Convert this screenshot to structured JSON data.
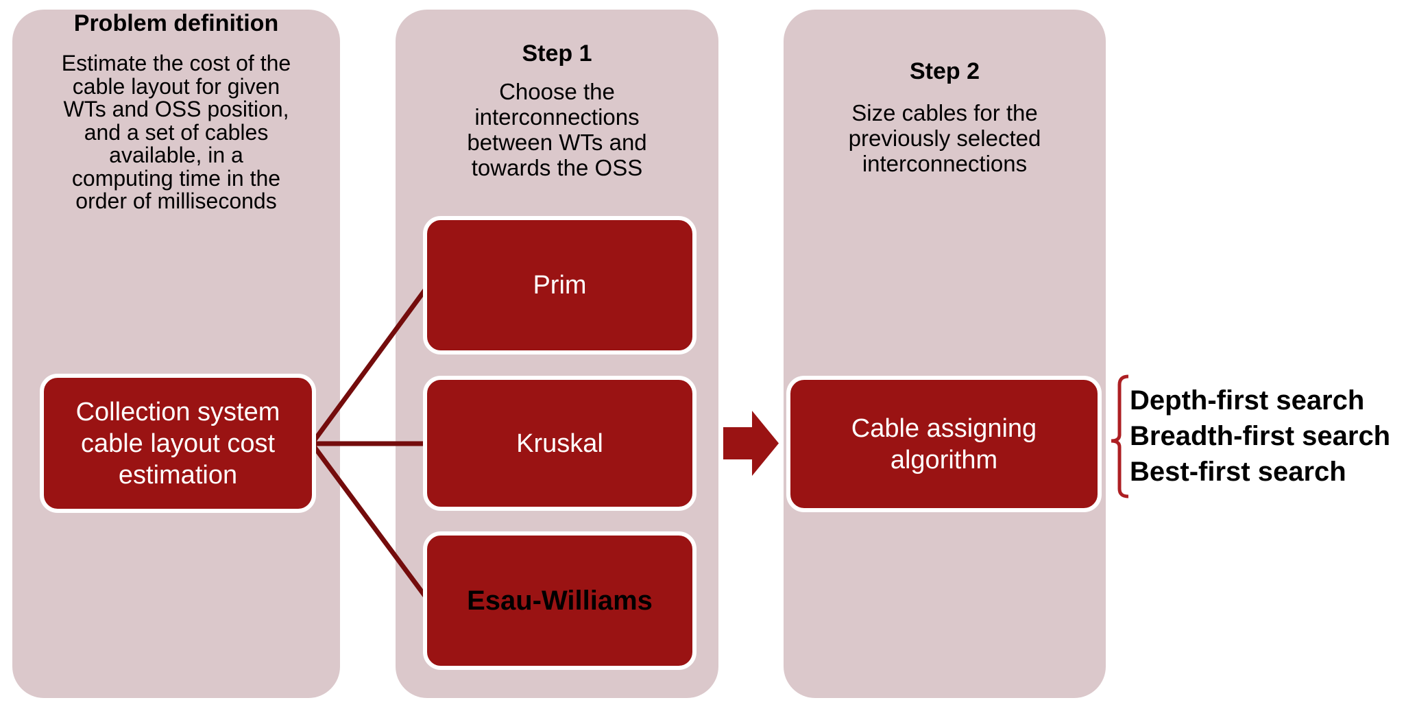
{
  "colors": {
    "page_bg": "#ffffff",
    "panel": "#dbc8cb",
    "node": "#9a1313",
    "node_border": "#ffffff",
    "node_text": "#ffffff",
    "connector": "#740c0c",
    "arrow": "#9a1313",
    "brace": "#ad1f23",
    "text": "#000000"
  },
  "columns": [
    {
      "title": "Problem definition",
      "body": "Estimate the cost of the\ncable layout for given\nWTs and OSS position,\nand a set of cables\navailable, in a\ncomputing time in the\norder of milliseconds"
    },
    {
      "title": "Step 1",
      "body": "Choose the\ninterconnections\nbetween WTs and\ntowards the OSS"
    },
    {
      "title": "Step 2",
      "body": "Size cables for the\npreviously selected\ninterconnections"
    }
  ],
  "nodes": {
    "source": "Collection system\ncable layout cost\nestimation",
    "step1_options": [
      "Prim",
      "Kruskal",
      "Esau-Williams"
    ],
    "step2": "Cable assigning\nalgorithm"
  },
  "search_methods": [
    "Depth-first search",
    "Breadth-first search",
    "Best-first search"
  ]
}
